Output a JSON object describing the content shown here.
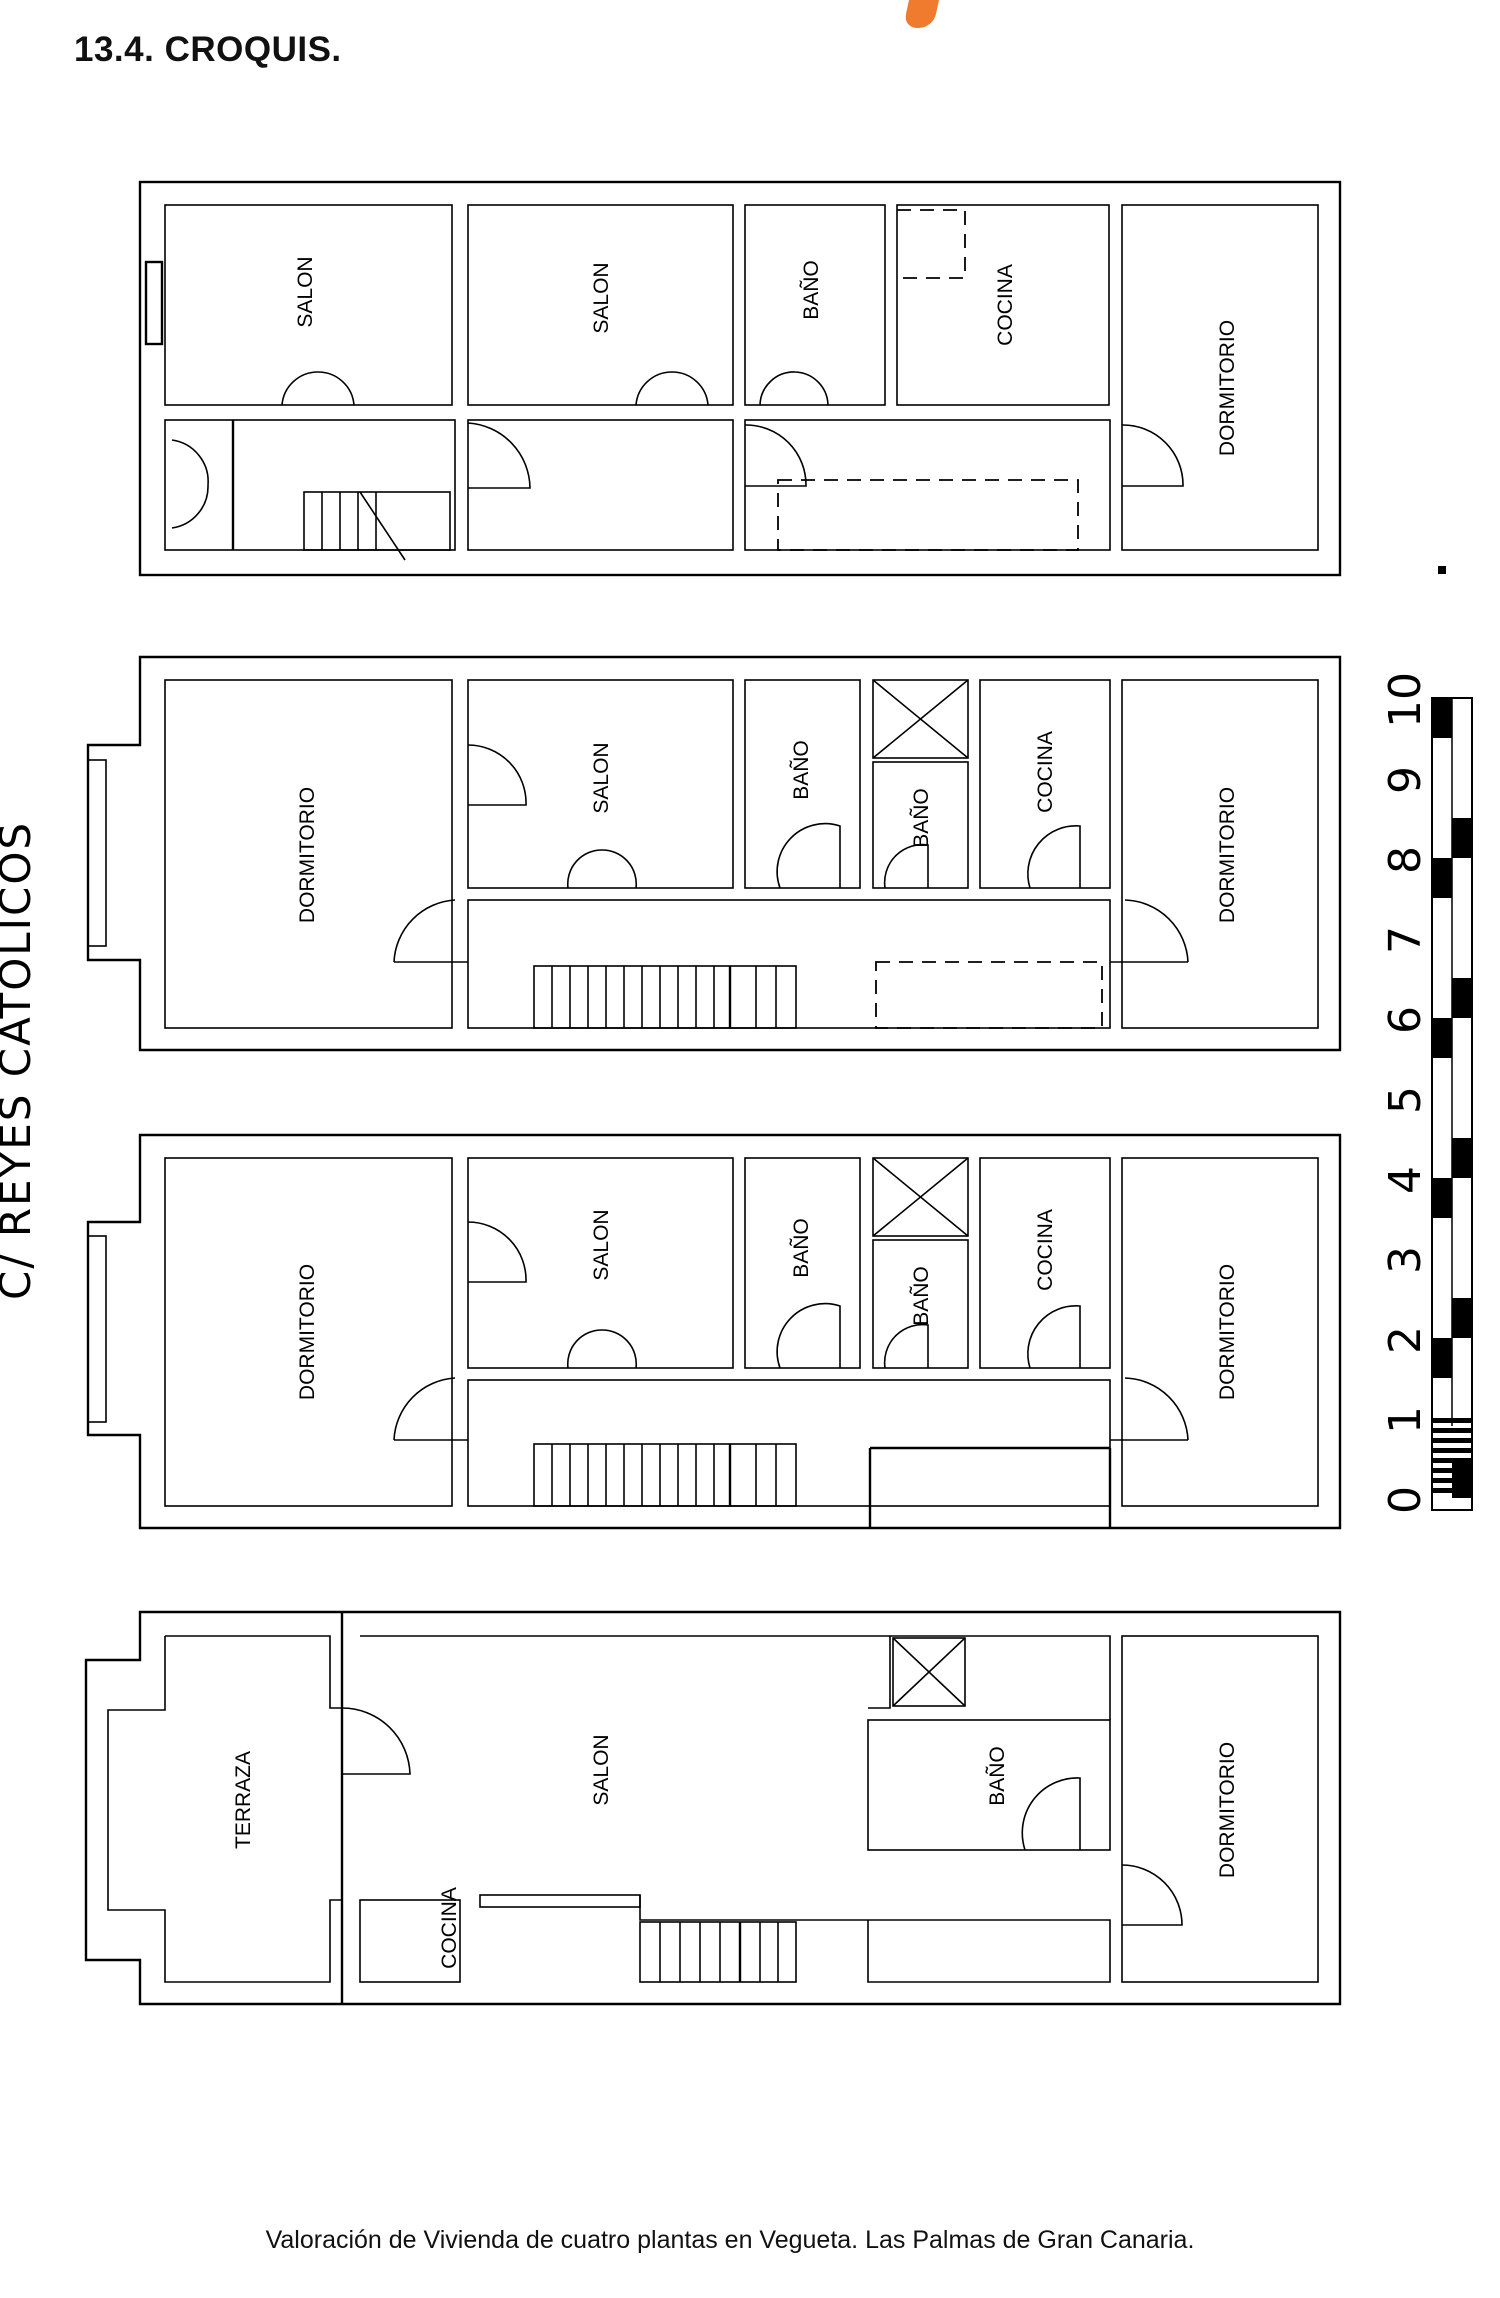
{
  "heading": "13.4. CROQUIS.",
  "street_label": "C/ REYES CATOLICOS",
  "footer": "Valoración de Vivienda de cuatro plantas en Vegueta. Las Palmas de Gran Canaria.",
  "plans": [
    {
      "name": "top-floor",
      "rooms": [
        "SALON",
        "SALON",
        "BAÑO",
        "COCINA",
        "DORMITORIO"
      ]
    },
    {
      "name": "second-floor",
      "rooms": [
        "DORMITORIO",
        "SALON",
        "BAÑO",
        "BAÑO",
        "COCINA",
        "DORMITORIO"
      ]
    },
    {
      "name": "first-floor",
      "rooms": [
        "DORMITORIO",
        "SALON",
        "BAÑO",
        "BAÑO",
        "COCINA",
        "DORMITORIO"
      ]
    },
    {
      "name": "ground-floor",
      "rooms": [
        "TERRAZA",
        "SALON",
        "COCINA",
        "BAÑO",
        "DORMITORIO"
      ]
    }
  ],
  "scale_bar": {
    "labels": [
      "0",
      "1",
      "2",
      "3",
      "4",
      "5",
      "6",
      "7",
      "8",
      "9",
      "10"
    ]
  },
  "colors": {
    "accent": "#f07a2e",
    "ink": "#000000"
  }
}
